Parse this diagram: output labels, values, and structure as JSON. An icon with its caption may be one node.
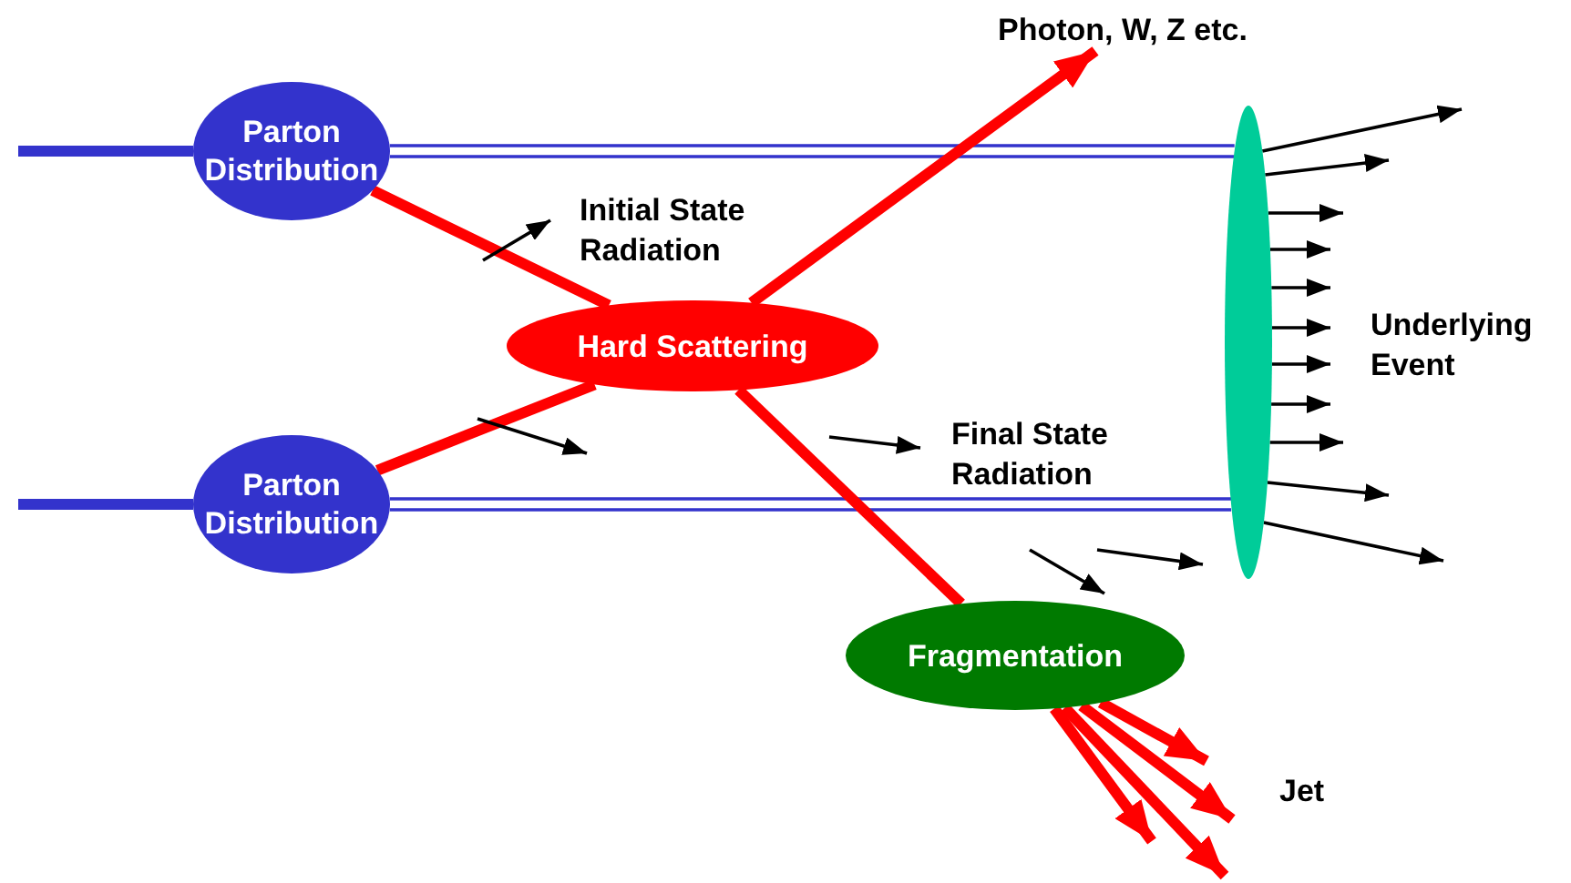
{
  "diagram": {
    "nodes": [
      {
        "text": [
          "Parton Distribution"
        ]
      },
      {
        "text": [
          "Parton Distribution"
        ]
      },
      {
        "text": [
          "Hard Scattering"
        ]
      },
      {
        "text": [
          "Fragmentation"
        ]
      },
      {
        "text": [],
        "shape": "ellipse",
        "beside": [
          "Underlying Event"
        ]
      },
      {
        "text": [
          "Photon, W, Z etc."
        ]
      }
    ],
    "edges": [
      {
        "from": null,
        "to": 0,
        "arrow": "none",
        "style": "thick",
        "color": "#3333cc"
      },
      {
        "from": null,
        "to": 1,
        "arrow": "none",
        "style": "thick",
        "color": "#3333cc"
      },
      {
        "from": 0,
        "to": 4,
        "arrow": "none",
        "color": "#3333cc"
      },
      {
        "from": 1,
        "to": 4,
        "arrow": "none",
        "color": "#3333cc"
      },
      {
        "from": 0,
        "to": 2,
        "arrow": "none",
        "style": "thick",
        "color": "#ff0000"
      },
      {
        "from": 1,
        "to": 2,
        "arrow": "none",
        "style": "thick",
        "color": "#ff0000"
      },
      {
        "from": 2,
        "to": 5,
        "arrow": "to",
        "style": "thick",
        "color": "#ff0000"
      },
      {
        "from": 2,
        "to": 3,
        "arrow": "none",
        "style": "thick",
        "color": "#ff0000"
      },
      {
        "from": 3,
        "to": null,
        "arrow": "to",
        "style": "thick",
        "color": "#ff0000"
      },
      {
        "from": 3,
        "to": null,
        "arrow": "to",
        "style": "thick",
        "color": "#ff0000"
      },
      {
        "from": 3,
        "to": null,
        "arrow": "to",
        "style": "thick",
        "color": "#ff0000"
      },
      {
        "from": 3,
        "to": null,
        "arrow": "to",
        "style": "thick",
        "color": "#ff0000"
      },
      {
        "from": 4,
        "to": null,
        "arrow": "to"
      },
      {
        "from": 4,
        "to": null,
        "arrow": "to"
      },
      {
        "from": 4,
        "to": null,
        "arrow": "to"
      },
      {
        "from": 4,
        "to": null,
        "arrow": "to"
      },
      {
        "from": 4,
        "to": null,
        "arrow": "to"
      },
      {
        "from": 4,
        "to": null,
        "arrow": "to"
      },
      {
        "from": 4,
        "to": null,
        "arrow": "to"
      },
      {
        "from": 4,
        "to": null,
        "arrow": "to"
      },
      {
        "from": 4,
        "to": null,
        "arrow": "to"
      },
      {
        "from": 4,
        "to": null,
        "arrow": "to"
      },
      {
        "from": 4,
        "to": null,
        "arrow": "to"
      }
    ],
    "labels": [
      "Initial State Radiation",
      "Final State Radiation",
      "Jet"
    ]
  }
}
